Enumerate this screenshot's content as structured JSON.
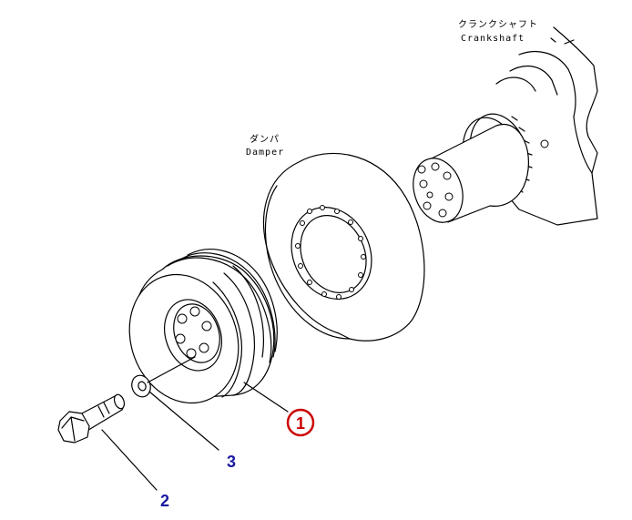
{
  "labels": {
    "crankshaft_jp": "クランクシャフト",
    "crankshaft_en": "Crankshaft",
    "damper_jp": "ダンパ",
    "damper_en": "Damper"
  },
  "callouts": [
    {
      "id": "1",
      "text": "1",
      "circled": true,
      "color": "#cc0000"
    },
    {
      "id": "2",
      "text": "2",
      "circled": false,
      "color": "#1a1aa0"
    },
    {
      "id": "3",
      "text": "3",
      "circled": false,
      "color": "#1a1aa0"
    }
  ]
}
